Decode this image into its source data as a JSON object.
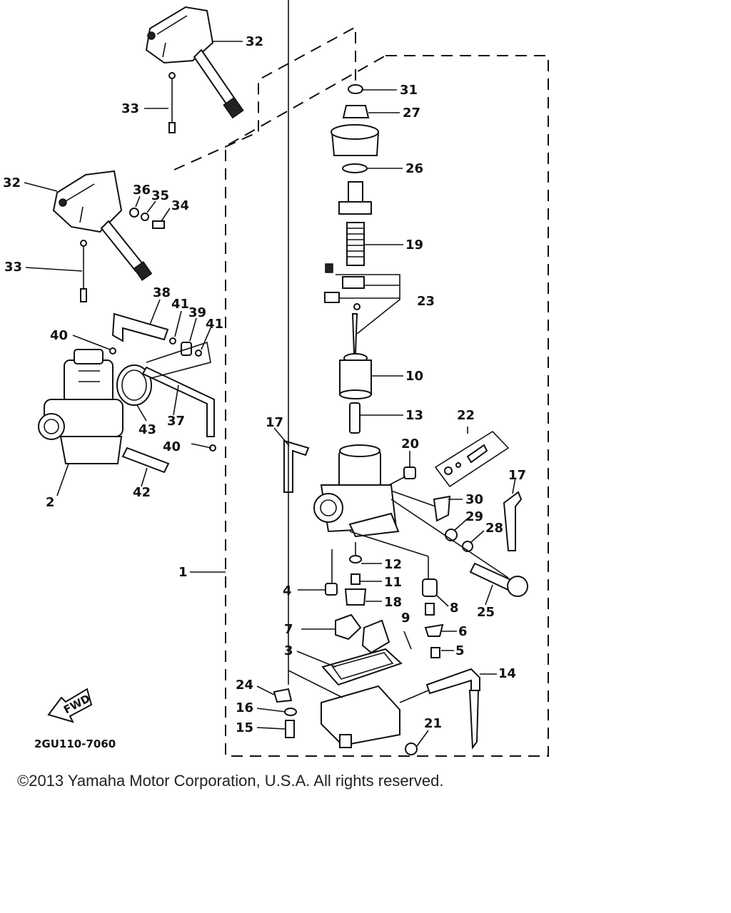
{
  "diagram": {
    "code": "2GU110-7060",
    "fwd_label": "FWD",
    "callouts": {
      "c1": "1",
      "c2": "2",
      "c3": "3",
      "c4": "4",
      "c5": "5",
      "c6": "6",
      "c7": "7",
      "c8": "8",
      "c9": "9",
      "c10": "10",
      "c11": "11",
      "c12": "12",
      "c13": "13",
      "c14": "14",
      "c15": "15",
      "c16": "16",
      "c17a": "17",
      "c17b": "17",
      "c18": "18",
      "c19": "19",
      "c20": "20",
      "c21": "21",
      "c22": "22",
      "c23": "23",
      "c24": "24",
      "c25": "25",
      "c26": "26",
      "c27": "27",
      "c28": "28",
      "c29": "29",
      "c30": "30",
      "c31": "31",
      "c32a": "32",
      "c32b": "32",
      "c33a": "33",
      "c33b": "33",
      "c34": "34",
      "c35": "35",
      "c36": "36",
      "c37": "37",
      "c38": "38",
      "c39": "39",
      "c40a": "40",
      "c40b": "40",
      "c41a": "41",
      "c41b": "41",
      "c42": "42",
      "c43": "43"
    }
  },
  "footer": {
    "copyright": "©2013 Yamaha Motor Corporation, U.S.A. All rights reserved."
  }
}
